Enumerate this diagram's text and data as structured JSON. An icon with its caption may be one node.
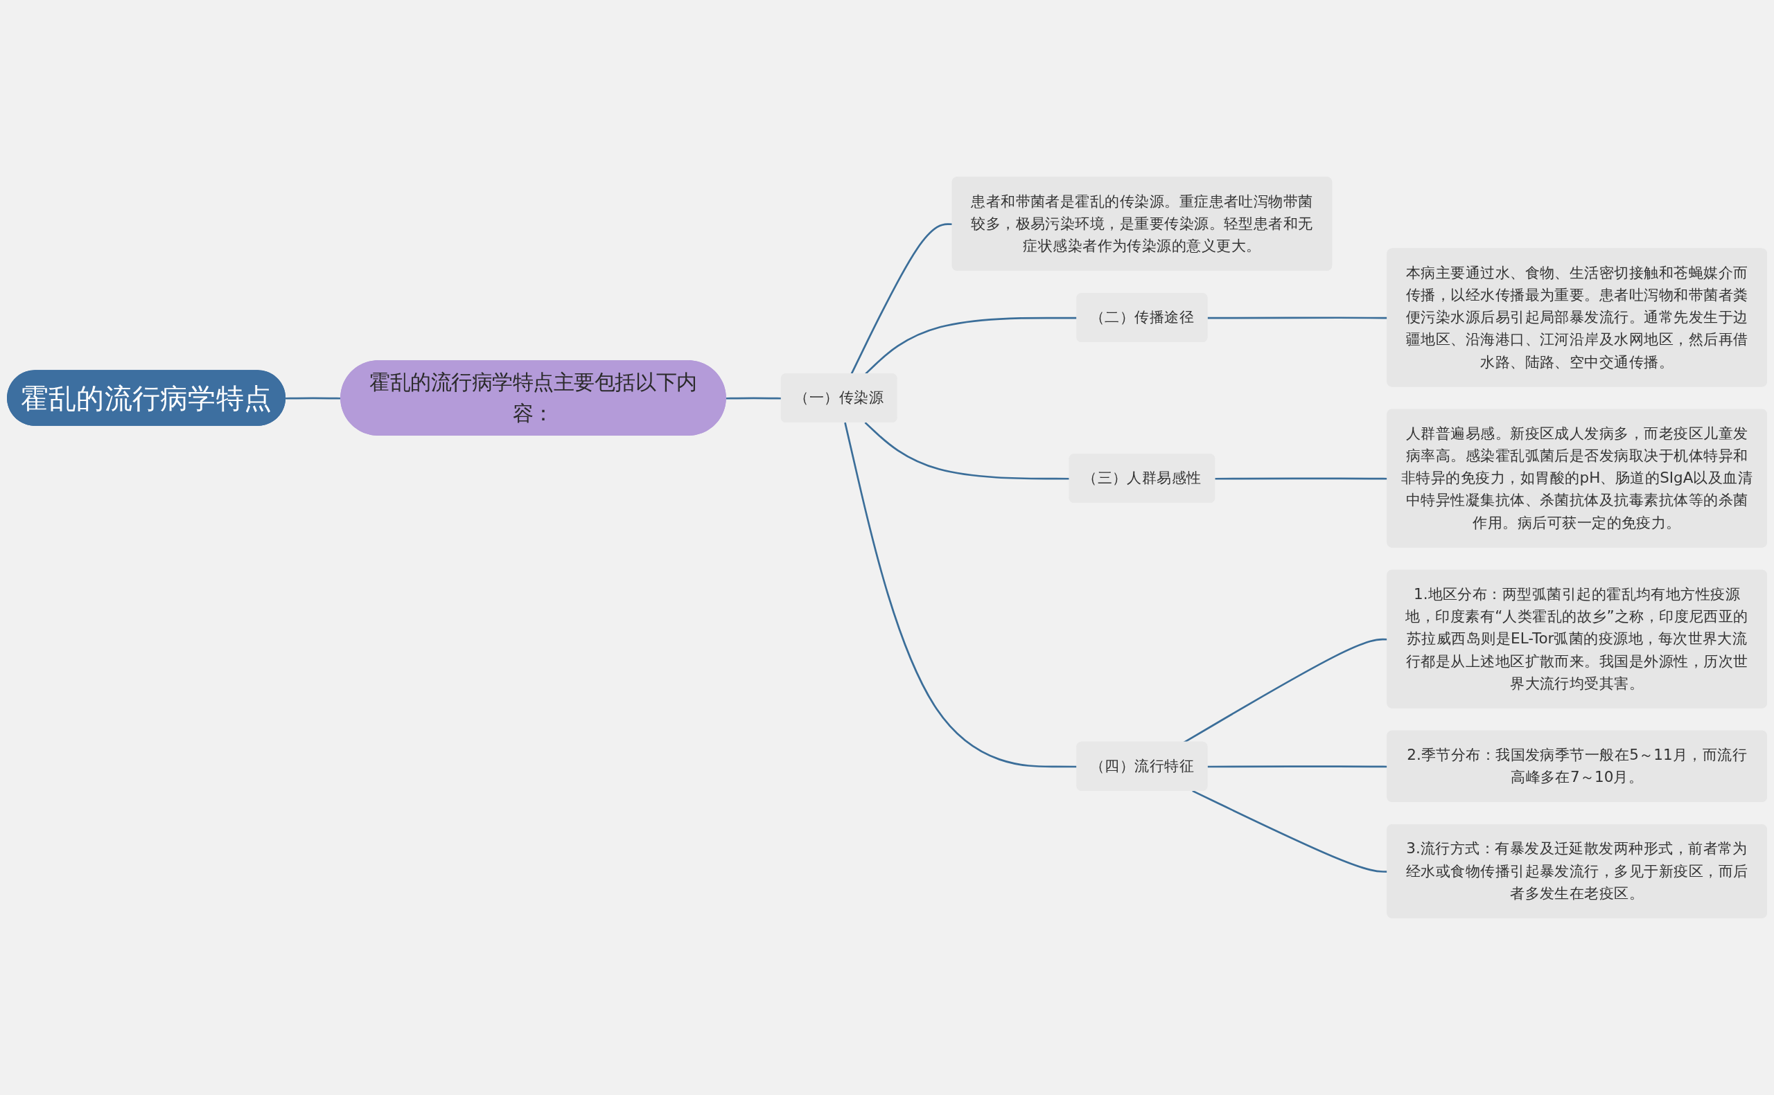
{
  "diagram": {
    "nodes": [
      {
        "text": [
          "霍乱的流行病学特点"
        ]
      },
      {
        "text": [
          "霍乱的流行病学特点主要包括以下内容："
        ]
      },
      {
        "text": [
          "（一）传染源"
        ]
      },
      {
        "text": [
          "患者和带菌者是霍乱的传染源。重症患者吐泻物带菌较多，极易污染环境，是重要传染源。轻型患者和无症状感染者作为传染源的意义更大。"
        ]
      },
      {
        "text": [
          "（二）传播途径"
        ]
      },
      {
        "text": [
          "本病主要通过水、食物、生活密切接触和苍蝇媒介而传播，以经水传播最为重要。患者吐泻物和带菌者粪便污染水源后易引起局部暴发流行。通常先发生于边疆地区、沿海港口、江河沿岸及水网地区，然后再借水路、陆路、空中交通传播。"
        ]
      },
      {
        "text": [
          "（三）人群易感性"
        ]
      },
      {
        "text": [
          "人群普遍易感。新疫区成人发病多，而老疫区儿童发病率高。感染霍乱弧菌后是否发病取决于机体特异和非特异的免疫力，如胃酸的pH、肠道的SIgA以及血清中特异性凝集抗体、杀菌抗体及抗毒素抗体等的杀菌作用。病后可获一定的免疫力。"
        ]
      },
      {
        "text": [
          "（四）流行特征"
        ]
      },
      {
        "text": [
          "1.地区分布：两型弧菌引起的霍乱均有地方性疫源地，印度素有“人类霍乱的故乡”之称，印度尼西亚的苏拉威西岛则是EL-Tor弧菌的疫源地，每次世界大流行都是从上述地区扩散而来。我国是外源性，历次世界大流行均受其害。"
        ]
      },
      {
        "text": [
          "2.季节分布：我国发病季节一般在5～11月，而流行高峰多在7～10月。"
        ]
      },
      {
        "text": [
          "3.流行方式：有暴发及迁延散发两种形式，前者常为经水或食物传播引起暴发流行，多见于新疫区，而后者多发生在老疫区。"
        ]
      }
    ],
    "edges": [
      {
        "from": 0,
        "to": 1,
        "arrow": "none"
      },
      {
        "from": 1,
        "to": 2,
        "arrow": "none"
      },
      {
        "from": 2,
        "to": 3,
        "arrow": "none"
      },
      {
        "from": 2,
        "to": 4,
        "arrow": "none"
      },
      {
        "from": 4,
        "to": 5,
        "arrow": "none"
      },
      {
        "from": 2,
        "to": 6,
        "arrow": "none"
      },
      {
        "from": 6,
        "to": 7,
        "arrow": "none"
      },
      {
        "from": 2,
        "to": 8,
        "arrow": "none"
      },
      {
        "from": 8,
        "to": 9,
        "arrow": "none"
      },
      {
        "from": 8,
        "to": 10,
        "arrow": "none"
      },
      {
        "from": 8,
        "to": 11,
        "arrow": "none"
      }
    ]
  }
}
